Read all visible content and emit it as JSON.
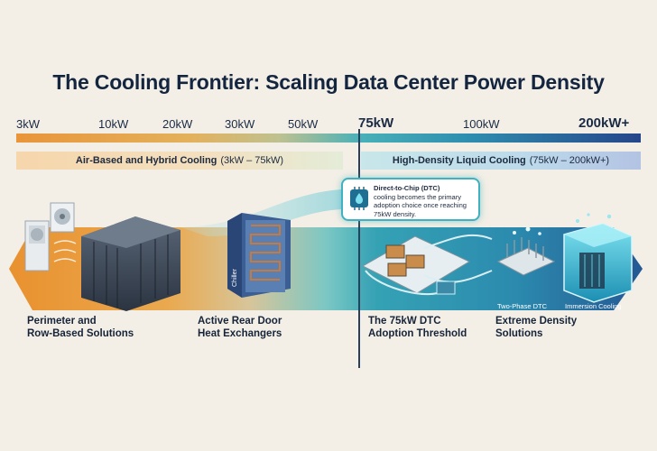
{
  "title": "The Cooling Frontier: Scaling Data Center Power Density",
  "scale": {
    "ticks": [
      "3kW",
      "10kW",
      "20kW",
      "30kW",
      "50kW",
      "75kW",
      "100kW",
      "200kW+"
    ],
    "threshold_label": "75kW",
    "gradient_colors": [
      "#e9953a",
      "#49b1b8",
      "#25468a"
    ]
  },
  "bands": {
    "air": {
      "name": "Air-Based and Hybrid Cooling",
      "range": "(3kW – 75kW)"
    },
    "liquid": {
      "name": "High-Density Liquid Cooling",
      "range": "(75kW – 200kW+)"
    }
  },
  "callout": {
    "heading": "Direct-to-Chip (DTC)",
    "text": "cooling becomes the primary adoption choice once reaching 75kW density.",
    "icon": "chip-droplet-icon"
  },
  "stages": [
    {
      "line1": "Perimeter and",
      "line2": "Row-Based Solutions",
      "icon": "crac-and-server-racks"
    },
    {
      "line1": "Active Rear Door",
      "line2": "Heat Exchangers",
      "icon": "rear-door-heat-exchanger"
    },
    {
      "line1": "The 75kW DTC",
      "line2": "Adoption Threshold",
      "icon": "cold-plate-loop"
    },
    {
      "line1": "Extreme Density",
      "line2": "Solutions",
      "icon": "immersion-tank"
    }
  ],
  "sub_labels": {
    "two_phase": "Two-Phase DTC",
    "immersion": "Immersion Cooling",
    "chiller_text": "Chiller"
  },
  "colors": {
    "air": "#e9953a",
    "transition": "#49b1b8",
    "liquid": "#25468a",
    "title": "#142540"
  }
}
